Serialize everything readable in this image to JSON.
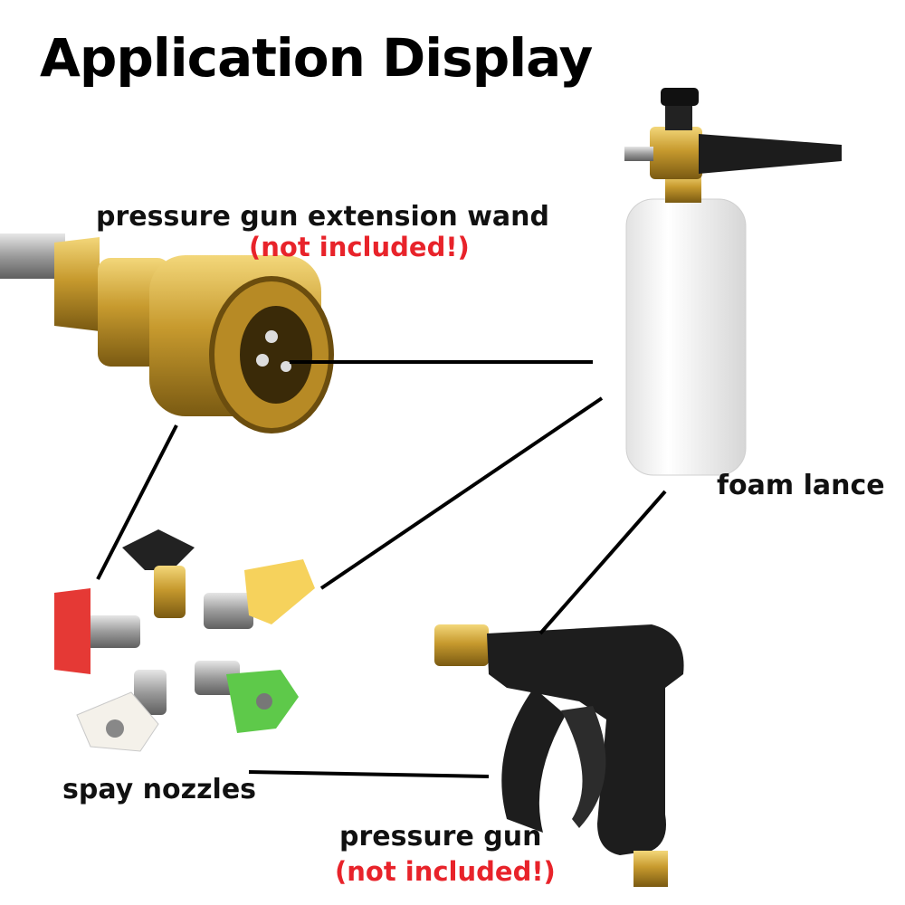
{
  "title": "Application Display",
  "labels": {
    "wand": "pressure gun extension wand",
    "wand_note": "(not included!)",
    "foam": "foam lance",
    "nozzles": "spay nozzles",
    "gun": "pressure gun",
    "gun_note": "(not included!)"
  },
  "colors": {
    "warning": "#e8232a",
    "brass": "#c9a23a",
    "nozzle_red": "#e53935",
    "nozzle_black": "#222222",
    "nozzle_yellow": "#f6d25c",
    "nozzle_white": "#f4f1ea",
    "nozzle_green": "#5ec94a"
  }
}
